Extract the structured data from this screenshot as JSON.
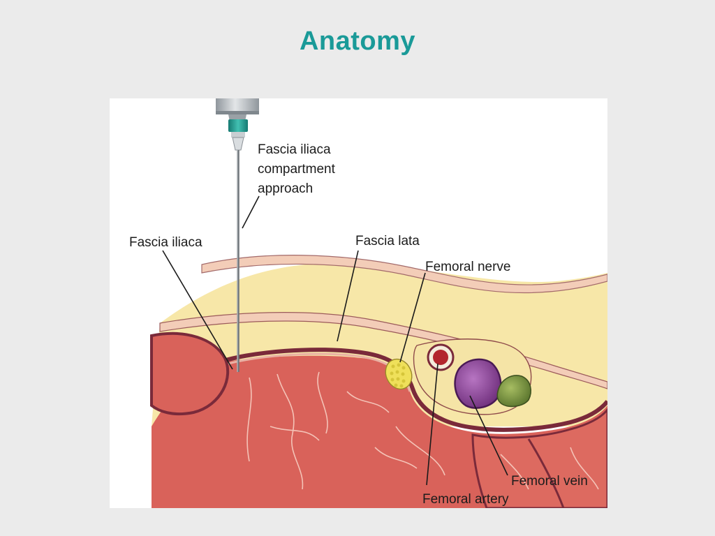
{
  "slide": {
    "title": "Anatomy",
    "title_color": "#1a9a98",
    "background": "#ebebeb"
  },
  "figure": {
    "labels": {
      "approach_line1": "Fascia iliaca",
      "approach_line2": "compartment",
      "approach_line3": "approach",
      "fascia_iliaca": "Fascia iliaca",
      "fascia_lata": "Fascia lata",
      "femoral_nerve": "Femoral nerve",
      "femoral_vein": "Femoral vein",
      "femoral_artery": "Femoral artery"
    },
    "colors": {
      "muscle": "#d9625a",
      "muscle_light": "#e48a80",
      "fat": "#f7e7a8",
      "fascia_band": "#f3d2bf",
      "fascia_edge": "#7a2a3a",
      "nerve": "#f0df58",
      "artery": "#b3252d",
      "vein": "#8a3f95",
      "node": "#7d9a3c",
      "needle_hub": "#2aa59a",
      "syringe": "#b8bec4"
    }
  }
}
